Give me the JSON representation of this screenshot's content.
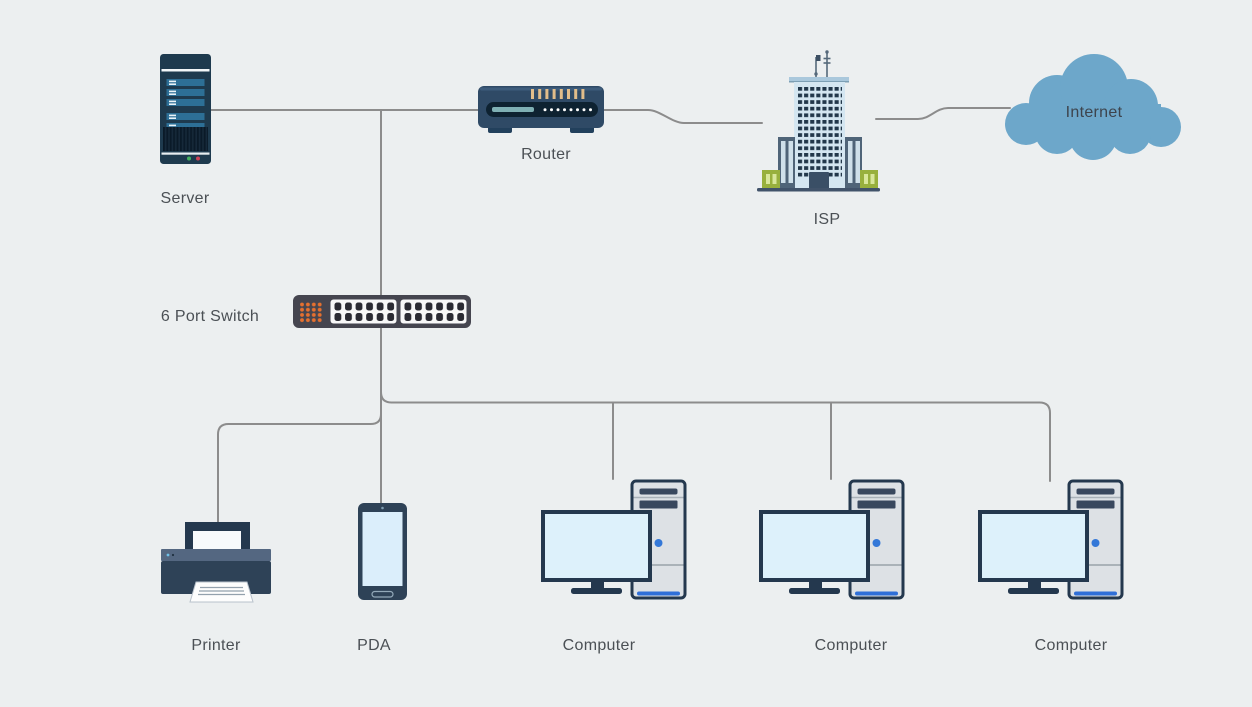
{
  "canvas": {
    "background": "#eceff0"
  },
  "nodes": {
    "server": {
      "label": "Server",
      "icon": "server-tower-icon"
    },
    "router": {
      "label": "Router",
      "icon": "router-icon"
    },
    "isp": {
      "label": "ISP",
      "icon": "office-building-icon"
    },
    "internet": {
      "label": "Internet",
      "icon": "cloud-icon"
    },
    "switch": {
      "label": "6 Port Switch",
      "icon": "network-switch-icon"
    },
    "printer": {
      "label": "Printer",
      "icon": "printer-icon"
    },
    "pda": {
      "label": "PDA",
      "icon": "smartphone-icon"
    },
    "computer1": {
      "label": "Computer",
      "icon": "desktop-computer-icon"
    },
    "computer2": {
      "label": "Computer",
      "icon": "desktop-computer-icon"
    },
    "computer3": {
      "label": "Computer",
      "icon": "desktop-computer-icon"
    }
  },
  "edges": [
    "server - router",
    "router - isp",
    "isp - internet",
    "server/router link - switch (trunk)",
    "switch - printer",
    "switch - pda",
    "switch - computer1",
    "switch - computer2",
    "switch - computer3"
  ],
  "colors": {
    "connector": "#8c8c8c",
    "label_text": "#4b5055",
    "navy": "#24384e",
    "slate_blue": "#2f4a66",
    "cloud_blue": "#6da7ca",
    "switch_body": "#45454f",
    "switch_orange": "#e5702f",
    "screen_blue": "#ddf1fb",
    "power_button_blue": "#3478d8",
    "building_green": "#98b03d",
    "server_bar_blue": "#2d6f96"
  }
}
